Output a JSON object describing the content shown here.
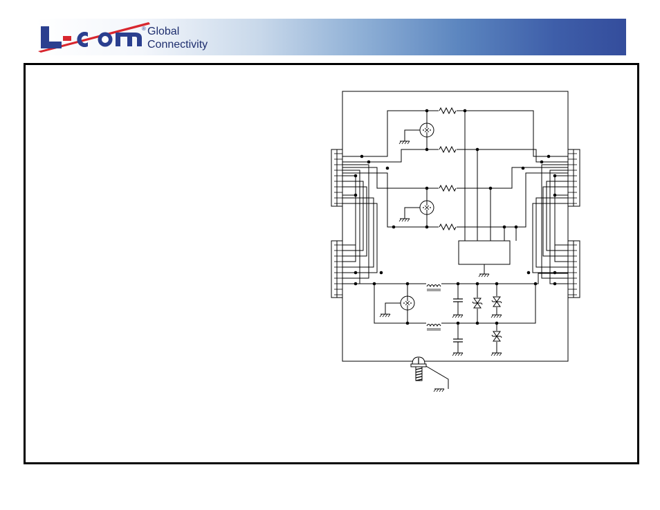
{
  "logo": {
    "wordmark": "L-com",
    "registered": "®",
    "tagline_line1": "Global",
    "tagline_line2": "Connectivity"
  },
  "colors": {
    "brand_blue": "#2b3f8f",
    "brand_red": "#d8262e",
    "banner_dark": "#344d9c"
  }
}
